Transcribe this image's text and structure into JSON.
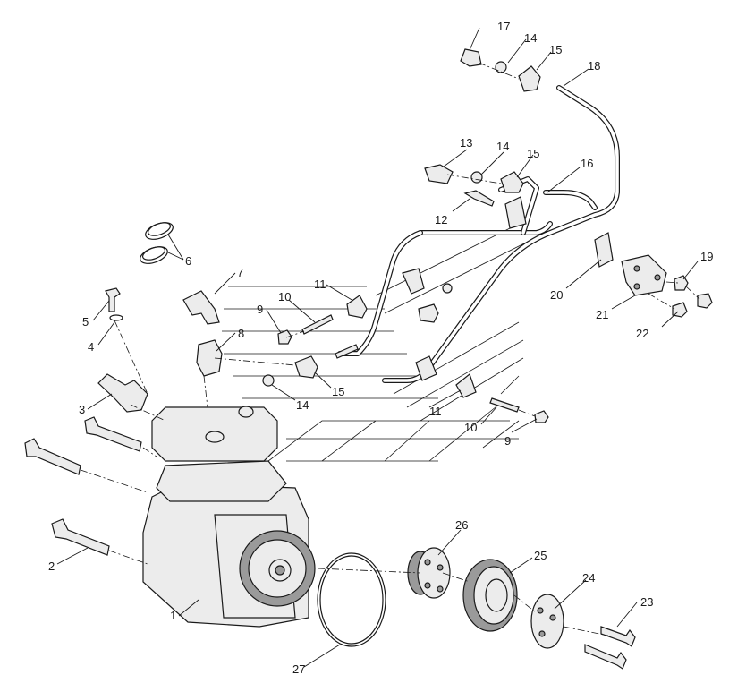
{
  "diagram": {
    "callouts": [
      {
        "id": "c1",
        "text": "1"
      },
      {
        "id": "c2",
        "text": "2"
      },
      {
        "id": "c3",
        "text": "3"
      },
      {
        "id": "c4",
        "text": "4"
      },
      {
        "id": "c5",
        "text": "5"
      },
      {
        "id": "c6",
        "text": "6"
      },
      {
        "id": "c7",
        "text": "7"
      },
      {
        "id": "c8",
        "text": "8"
      },
      {
        "id": "c9a",
        "text": "9"
      },
      {
        "id": "c9b",
        "text": "9"
      },
      {
        "id": "c10a",
        "text": "10"
      },
      {
        "id": "c10b",
        "text": "10"
      },
      {
        "id": "c11a",
        "text": "11"
      },
      {
        "id": "c11b",
        "text": "11"
      },
      {
        "id": "c12",
        "text": "12"
      },
      {
        "id": "c13",
        "text": "13"
      },
      {
        "id": "c14a",
        "text": "14"
      },
      {
        "id": "c14b",
        "text": "14"
      },
      {
        "id": "c14c",
        "text": "14"
      },
      {
        "id": "c15a",
        "text": "15"
      },
      {
        "id": "c15b",
        "text": "15"
      },
      {
        "id": "c15c",
        "text": "15"
      },
      {
        "id": "c16",
        "text": "16"
      },
      {
        "id": "c17",
        "text": "17"
      },
      {
        "id": "c18",
        "text": "18"
      },
      {
        "id": "c19",
        "text": "19"
      },
      {
        "id": "c20",
        "text": "20"
      },
      {
        "id": "c21",
        "text": "21"
      },
      {
        "id": "c22",
        "text": "22"
      },
      {
        "id": "c23",
        "text": "23"
      },
      {
        "id": "c24",
        "text": "24"
      },
      {
        "id": "c25",
        "text": "25"
      },
      {
        "id": "c26",
        "text": "26"
      },
      {
        "id": "c27",
        "text": "27"
      }
    ]
  }
}
